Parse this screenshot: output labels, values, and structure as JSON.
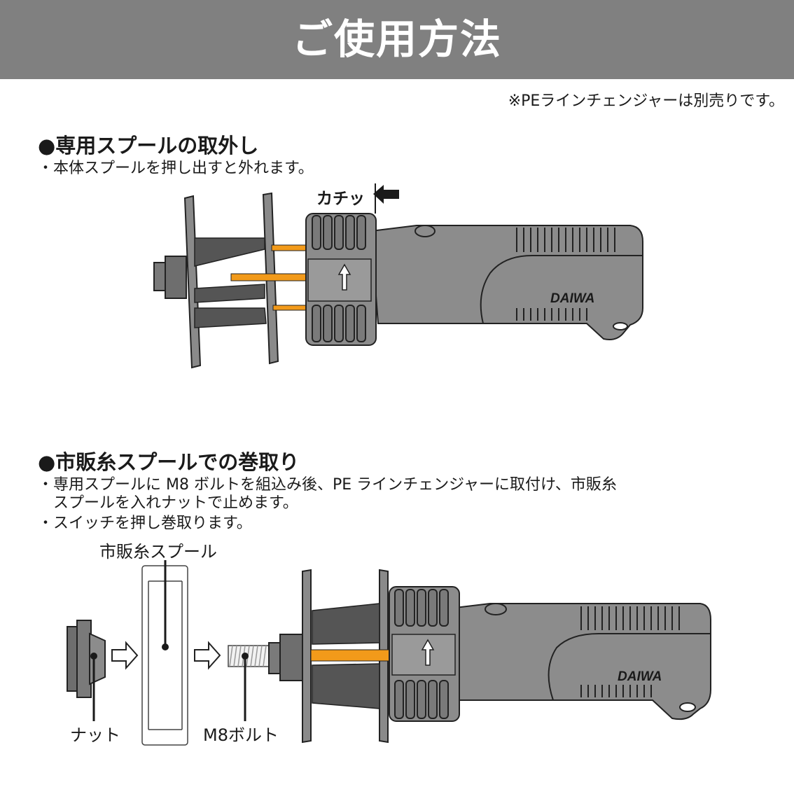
{
  "header": {
    "title": "ご使用方法"
  },
  "note": "※PEラインチェンジャーは別売りです。",
  "section1": {
    "heading": "●専用スプールの取外し",
    "bullets": [
      "・本体スプールを押し出すと外れます。"
    ],
    "click_label": "カチッ",
    "brand": "DAIWA"
  },
  "section2": {
    "heading": "●市販糸スプールでの巻取り",
    "bullets": [
      "・専用スプールに M8 ボルトを組込み後、PE ラインチェンジャーに取付け、市販糸",
      "スプールを入れナットで止めます。",
      "・スイッチを押し巻取ります。"
    ],
    "labels": {
      "spool": "市販糸スプール",
      "nut": "ナット",
      "bolt": "M8ボルト"
    },
    "brand": "DAIWA"
  },
  "colors": {
    "banner": "#808080",
    "body": "#8c8c8c",
    "dark": "#5e5e5e",
    "orange": "#f29a1a"
  }
}
